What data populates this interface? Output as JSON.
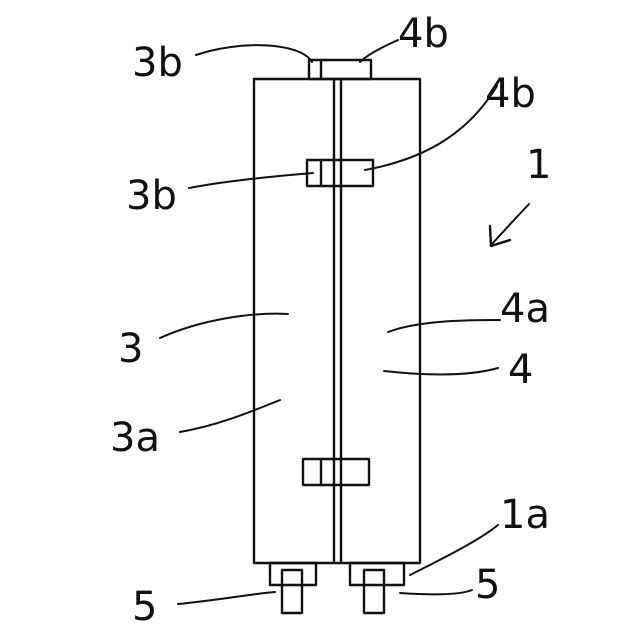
{
  "labels": {
    "top_3b": "3b",
    "top_4b": "4b",
    "mid_4b": "4b",
    "mid_3b": "3b",
    "unit": "1",
    "panel_3": "3",
    "panel_4a": "4a",
    "panel_4": "4",
    "panel_3a": "3a",
    "corner_1a": "1a",
    "leg_5_left": "5",
    "leg_5_right": "5"
  }
}
